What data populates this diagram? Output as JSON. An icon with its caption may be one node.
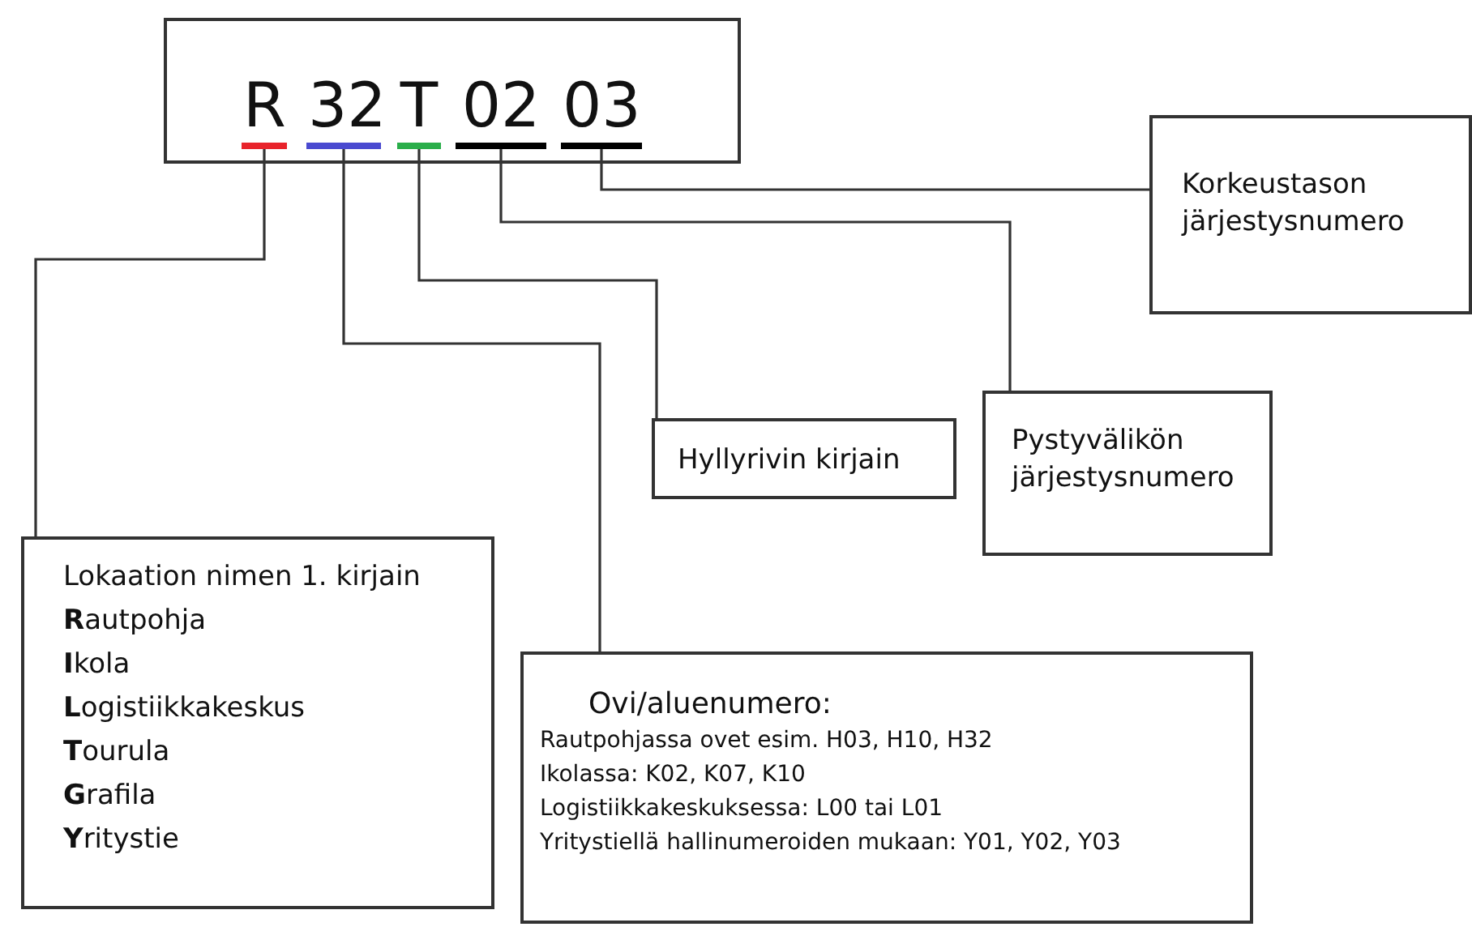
{
  "diagram": {
    "nodes": [
      {
        "text": [],
        "shape": "box"
      },
      {
        "text": [
          "R"
        ],
        "in": 0
      },
      {
        "text": [
          "32"
        ],
        "in": 0
      },
      {
        "text": [
          "T"
        ],
        "in": 0
      },
      {
        "text": [
          "02"
        ],
        "in": 0
      },
      {
        "text": [
          "03"
        ],
        "in": 0
      },
      {
        "text": [
          "Korkeustason järjestysnumero"
        ]
      },
      {
        "text": [
          "Hyllyrivin kirjain"
        ]
      },
      {
        "text": [
          "Pystyvälikön järjestysnumero"
        ]
      },
      {
        "text": [
          "Lokaation nimen 1. kirjain",
          "**R**autpohja",
          "**I**kola",
          "**L**ogistiikkakeskus",
          "**T**ourula",
          "**G**rafila",
          "**Y**ritystie"
        ]
      },
      {
        "text": [
          "Ovi/aluenumero:",
          "Rautpohjassa ovet esim. H03, H10, H32",
          "Ikolassa: K02, K07, K10",
          "Logistiikkakeskuksessa: L00 tai L01",
          "Yritystiellä hallinumeroiden mukaan: Y01, Y02, Y03"
        ]
      }
    ],
    "edges": [
      {
        "from": 1,
        "to": 9,
        "arrow": "none"
      },
      {
        "from": 2,
        "to": 10,
        "arrow": "none"
      },
      {
        "from": 3,
        "to": 7,
        "arrow": "none"
      },
      {
        "from": 4,
        "to": 8,
        "arrow": "none"
      },
      {
        "from": 5,
        "to": 6,
        "arrow": "none"
      }
    ]
  }
}
